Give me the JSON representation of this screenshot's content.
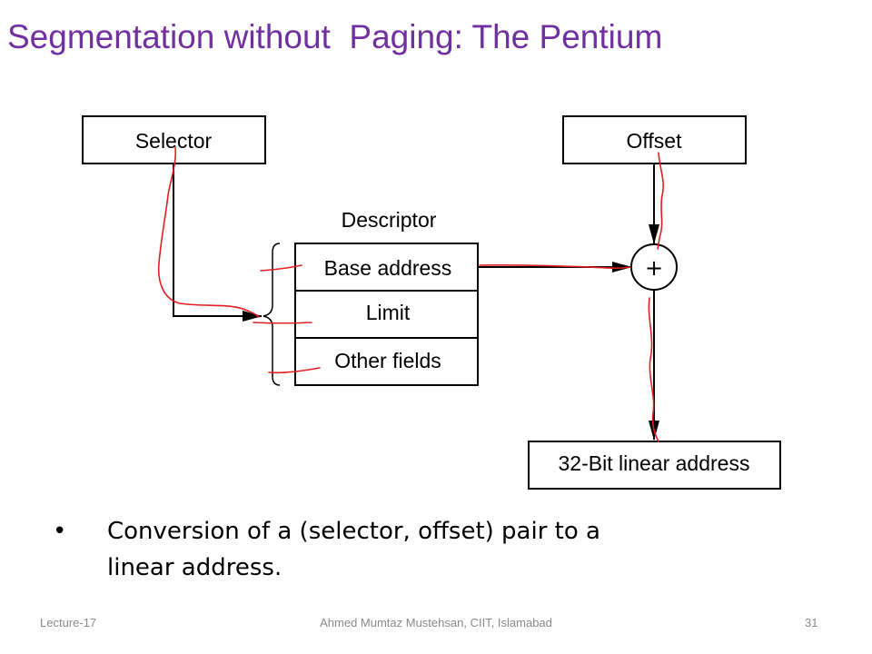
{
  "slide": {
    "title": "Segmentation without  Paging: The Pentium"
  },
  "diagram": {
    "selector": "Selector",
    "offset": "Offset",
    "descriptor_heading": "Descriptor",
    "descriptor_fields": [
      "Base address",
      "Limit",
      "Other fields"
    ],
    "adder_symbol": "+",
    "result": "32-Bit linear address"
  },
  "bullet": {
    "marker": "•",
    "text": "Conversion of a (selector, offset) pair to a linear address."
  },
  "footer": {
    "left": "Lecture-17",
    "center": "Ahmed Mumtaz Mustehsan, CIIT, Islamabad",
    "right": "31"
  },
  "colors": {
    "title": "#7030a0",
    "annotation": "#e02020"
  }
}
